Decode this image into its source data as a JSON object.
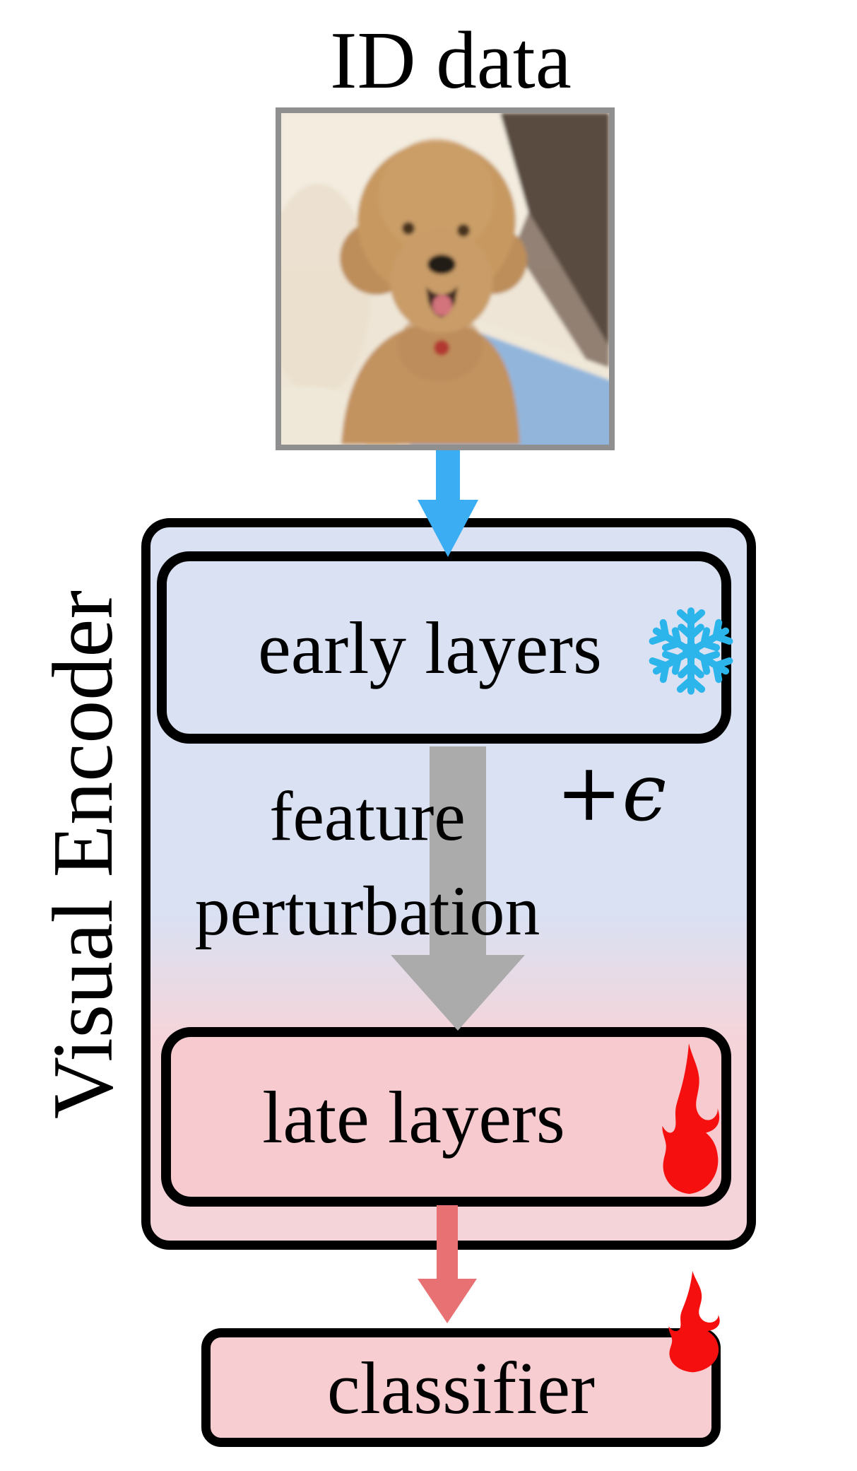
{
  "figure": {
    "title": "ID data",
    "input_image": {
      "icon": "dog-photo",
      "description": "fluffy brown poodle sitting on a blue tray"
    },
    "encoder": {
      "label": "Visual Encoder",
      "early_layers": {
        "label": "early layers",
        "icon": "snowflake-icon",
        "state": "frozen"
      },
      "perturbation": {
        "line1": "feature",
        "line2": "perturbation",
        "noise_label": "+ϵ"
      },
      "late_layers": {
        "label": "late layers",
        "icon": "flame-icon",
        "state": "trainable"
      }
    },
    "classifier": {
      "label": "classifier",
      "icon": "flame-icon",
      "state": "trainable"
    }
  },
  "colors": {
    "accent_blue": "#3BAEF3",
    "snowflake_blue": "#2BB5EA",
    "gray_arrow": "#ABABAB",
    "salmon_arrow": "#E87273",
    "flame_red": "#F50F0F",
    "box_blue": "#D9E1F3",
    "box_pink": "#F7CACF",
    "outer_pink": "#F5D4D9",
    "classifier_pink": "#F8CDD2",
    "image_border_gray": "#8F8F8F"
  }
}
